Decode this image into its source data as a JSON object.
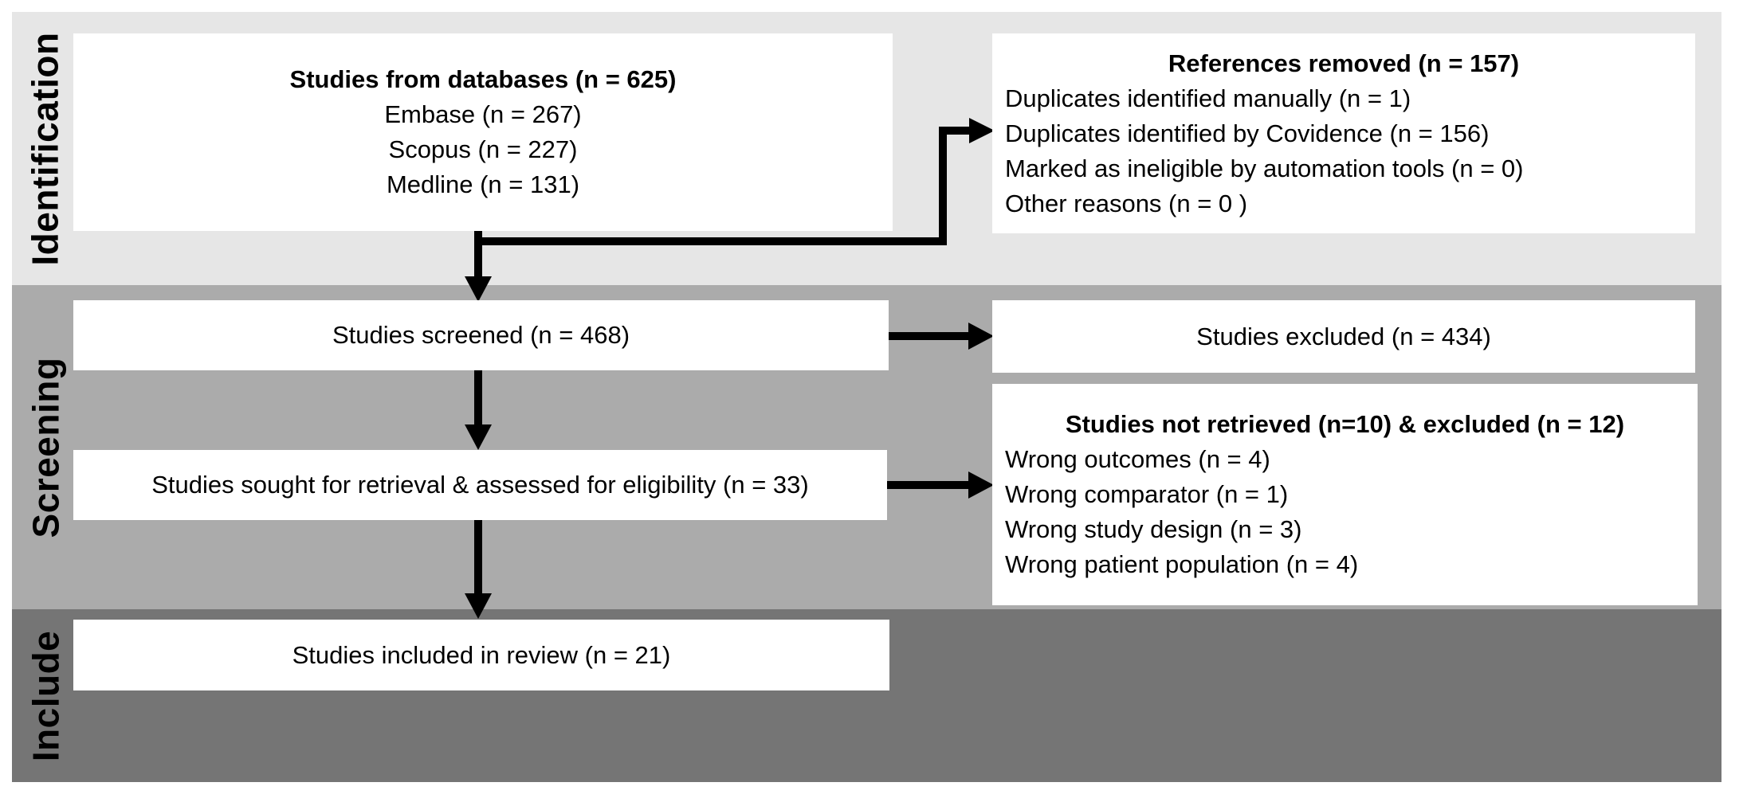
{
  "bands": [
    {
      "label": "Identification"
    },
    {
      "label": "Screening"
    },
    {
      "label": "Include"
    }
  ],
  "boxes": {
    "databases": {
      "title": "Studies from databases (n = 625)",
      "items": [
        "Embase (n = 267)",
        "Scopus (n = 227)",
        "Medline (n = 131)"
      ]
    },
    "references_removed": {
      "title": "References removed (n = 157)",
      "items": [
        "Duplicates identified manually (n = 1)",
        "Duplicates identified by Covidence (n = 156)",
        "Marked as ineligible by automation tools (n = 0)",
        "Other reasons (n = 0 )"
      ]
    },
    "screened": {
      "title": "Studies screened (n = 468)"
    },
    "excluded": {
      "title": "Studies excluded (n = 434)"
    },
    "sought": {
      "title": "Studies sought for retrieval & assessed for eligibility (n = 33)"
    },
    "not_retrieved": {
      "title": "Studies not retrieved (n=10) & excluded (n = 12)",
      "items": [
        "Wrong outcomes (n = 4)",
        "Wrong comparator (n = 1)",
        "Wrong study design (n = 3)",
        "Wrong patient population (n = 4)"
      ]
    },
    "included": {
      "title": "Studies included in review (n = 21)"
    }
  },
  "colors": {
    "identification_band": "#e6e6e6",
    "screening_band": "#ababab",
    "include_band": "#757575",
    "box_bg": "#ffffff",
    "arrow": "#000000",
    "text": "#000000"
  }
}
